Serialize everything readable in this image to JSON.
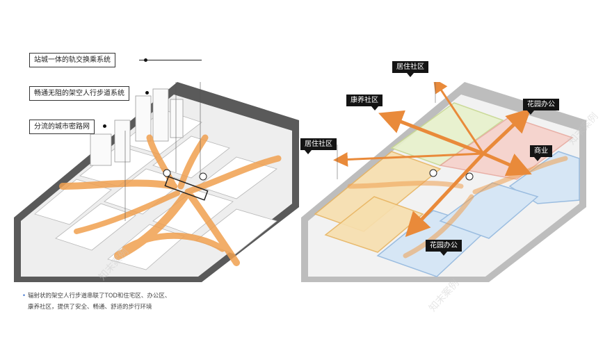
{
  "left_diagram": {
    "callouts": [
      {
        "label": "站城一体的轨交换乘系统"
      },
      {
        "label": "畅通无阻的架空人行步道系统"
      },
      {
        "label": "分流的城市密路网"
      }
    ]
  },
  "right_diagram": {
    "zone_labels": [
      {
        "label": "居住社区"
      },
      {
        "label": "康养社区"
      },
      {
        "label": "居住社区"
      },
      {
        "label": "花园办公"
      },
      {
        "label": "商业"
      },
      {
        "label": "花园办公"
      }
    ]
  },
  "caption": {
    "line1": "辐射状的架空人行步道串联了TOD和住宅区、办公区、",
    "line2": "康养社区，提供了安全、畅通、舒适的步行环境"
  },
  "watermark": "知末案例",
  "colors": {
    "path_orange": "#f0a050",
    "arrow_orange": "#e98a3a",
    "block_gray": "#5a5a5a",
    "zone_yellow": "#f7dfae",
    "zone_blue": "#d6e6f5",
    "zone_green": "#e8f1cc",
    "zone_pink": "#f6cfc8"
  }
}
